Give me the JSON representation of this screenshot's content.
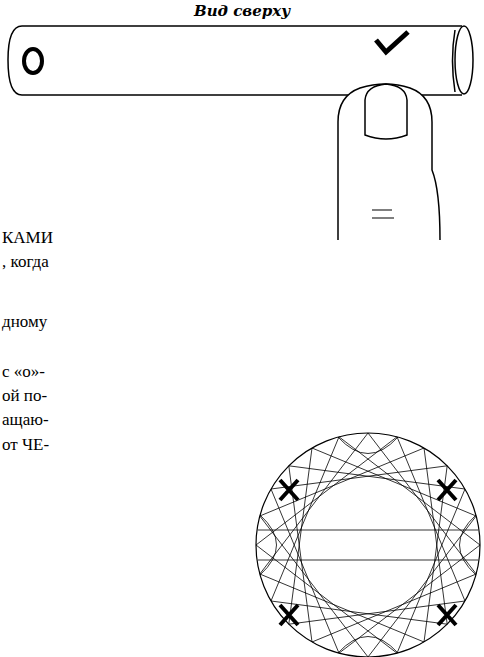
{
  "diagram": {
    "title": "Вид сверху",
    "labels": [
      "КАМИ",
      ", когда",
      "дному",
      "с «о»-",
      "ой по-",
      "ащаю-",
      "от ЧЕ-"
    ]
  }
}
